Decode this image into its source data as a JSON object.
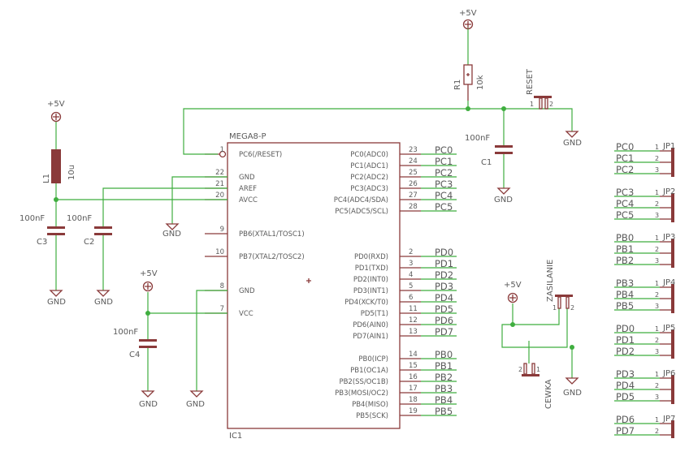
{
  "ic1": {
    "part": "MEGA8-P",
    "name": "IC1",
    "left_pins": [
      {
        "num": "1",
        "name": "PC6(/RESET)"
      },
      {
        "num": "22",
        "name": "GND"
      },
      {
        "num": "21",
        "name": "AREF"
      },
      {
        "num": "20",
        "name": "AVCC"
      },
      {
        "num": "9",
        "name": "PB6(XTAL1/TOSC1)"
      },
      {
        "num": "10",
        "name": "PB7(XTAL2/TOSC2)"
      },
      {
        "num": "8",
        "name": "GND"
      },
      {
        "num": "7",
        "name": "VCC"
      }
    ],
    "right_pins": [
      {
        "num": "23",
        "name": "PC0(ADC0)",
        "net": "PC0"
      },
      {
        "num": "24",
        "name": "PC1(ADC1)",
        "net": "PC1"
      },
      {
        "num": "25",
        "name": "PC2(ADC2)",
        "net": "PC2"
      },
      {
        "num": "26",
        "name": "PC3(ADC3)",
        "net": "PC3"
      },
      {
        "num": "27",
        "name": "PC4(ADC4/SDA)",
        "net": "PC4"
      },
      {
        "num": "28",
        "name": "PC5(ADC5/SCL)",
        "net": "PC5"
      },
      {
        "num": "2",
        "name": "PD0(RXD)",
        "net": "PD0"
      },
      {
        "num": "3",
        "name": "PD1(TXD)",
        "net": "PD1"
      },
      {
        "num": "4",
        "name": "PD2(INT0)",
        "net": "PD2"
      },
      {
        "num": "5",
        "name": "PD3(INT1)",
        "net": "PD3"
      },
      {
        "num": "6",
        "name": "PD4(XCK/T0)",
        "net": "PD4"
      },
      {
        "num": "11",
        "name": "PD5(T1)",
        "net": "PD5"
      },
      {
        "num": "12",
        "name": "PD6(AIN0)",
        "net": "PD6"
      },
      {
        "num": "13",
        "name": "PD7(AIN1)",
        "net": "PD7"
      },
      {
        "num": "14",
        "name": "PB0(ICP)",
        "net": "PB0"
      },
      {
        "num": "15",
        "name": "PB1(OC1A)",
        "net": "PB1"
      },
      {
        "num": "16",
        "name": "PB2(SS/OC1B)",
        "net": "PB2"
      },
      {
        "num": "17",
        "name": "PB3(MOSI/OC2)",
        "net": "PB3"
      },
      {
        "num": "18",
        "name": "PB4(MISO)",
        "net": "PB4"
      },
      {
        "num": "19",
        "name": "PB5(SCK)",
        "net": "PB5"
      }
    ]
  },
  "power": {
    "vcc": "+5V",
    "gnd": "GND"
  },
  "r1": {
    "name": "R1",
    "value": "10k"
  },
  "l1": {
    "name": "L1",
    "value": "10u"
  },
  "capacitors": {
    "c1": {
      "name": "C1",
      "value": "100nF"
    },
    "c2": {
      "name": "C2",
      "value": "100nF"
    },
    "c3": {
      "name": "C3",
      "value": "100nF"
    },
    "c4": {
      "name": "C4",
      "value": "100nF"
    }
  },
  "reset_header": {
    "name": "RESET",
    "pins": [
      "1",
      "2"
    ]
  },
  "zasilanie_header": {
    "name": "ZASILANIE",
    "pins": [
      "1",
      "2"
    ]
  },
  "cewka_header": {
    "name": "CEWKA",
    "pins": [
      "2",
      "1"
    ]
  },
  "headers": [
    {
      "name": "JP1",
      "pins": [
        {
          "num": "1",
          "net": "PC0"
        },
        {
          "num": "2",
          "net": "PC1"
        },
        {
          "num": "3",
          "net": "PC2"
        }
      ]
    },
    {
      "name": "JP2",
      "pins": [
        {
          "num": "1",
          "net": "PC3"
        },
        {
          "num": "2",
          "net": "PC4"
        },
        {
          "num": "3",
          "net": "PC5"
        }
      ]
    },
    {
      "name": "JP3",
      "pins": [
        {
          "num": "1",
          "net": "PB0"
        },
        {
          "num": "2",
          "net": "PB1"
        },
        {
          "num": "3",
          "net": "PB2"
        }
      ]
    },
    {
      "name": "JP4",
      "pins": [
        {
          "num": "1",
          "net": "PB3"
        },
        {
          "num": "2",
          "net": "PB4"
        },
        {
          "num": "3",
          "net": "PB5"
        }
      ]
    },
    {
      "name": "JP5",
      "pins": [
        {
          "num": "1",
          "net": "PD0"
        },
        {
          "num": "2",
          "net": "PD1"
        },
        {
          "num": "3",
          "net": "PD2"
        }
      ]
    },
    {
      "name": "JP6",
      "pins": [
        {
          "num": "1",
          "net": "PD3"
        },
        {
          "num": "2",
          "net": "PD4"
        },
        {
          "num": "3",
          "net": "PD5"
        }
      ]
    },
    {
      "name": "JP7",
      "pins": [
        {
          "num": "1",
          "net": "PD6"
        },
        {
          "num": "2",
          "net": "PD7"
        }
      ]
    }
  ],
  "colors": {
    "wire": "#3fae3f",
    "symbol": "#8a3a3a",
    "text": "#5a5a5a"
  }
}
